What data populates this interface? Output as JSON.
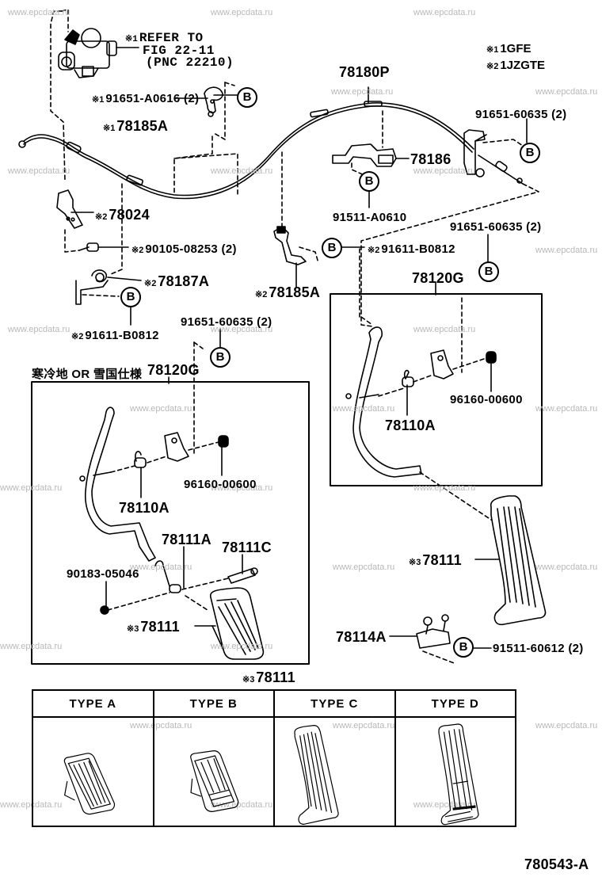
{
  "watermark": "www.epcdata.ru",
  "legend": {
    "notes": [
      {
        "mark": "※1",
        "text": "1GFE"
      },
      {
        "mark": "※2",
        "text": "1JZGTE"
      }
    ]
  },
  "reference_note": {
    "mark": "※1",
    "lines": [
      "REFER TO",
      "FIG 22-11",
      "(PNC 22210)"
    ]
  },
  "ref_circle_label": "B",
  "parts": {
    "p91651_A0616": {
      "mark": "※1",
      "number": "91651-A0616 (2)"
    },
    "p78185A_1": {
      "mark": "※1",
      "number": "78185A"
    },
    "p78180P": {
      "mark": "",
      "number": "78180P"
    },
    "p78186": {
      "mark": "",
      "number": "78186"
    },
    "p91651_60635_a": {
      "mark": "",
      "number": "91651-60635 (2)"
    },
    "p78024": {
      "mark": "※2",
      "number": "78024"
    },
    "p90105_08253": {
      "mark": "※2",
      "number": "90105-08253 (2)"
    },
    "p91511_A0610": {
      "mark": "",
      "number": "91511-A0610"
    },
    "p91651_60635_b": {
      "mark": "",
      "number": "91651-60635 (2)"
    },
    "p91611_B0812_a": {
      "mark": "※2",
      "number": "91611-B0812"
    },
    "p78185A_2": {
      "mark": "※2",
      "number": "78185A"
    },
    "p78187A": {
      "mark": "※2",
      "number": "78187A"
    },
    "p91611_B0812_b": {
      "mark": "※2",
      "number": "91611-B0812"
    },
    "p91651_60635_c": {
      "mark": "",
      "number": "91651-60635 (2)"
    },
    "p78120G_right": {
      "mark": "",
      "number": "78120G"
    },
    "p78120G_left": {
      "mark": "",
      "number": "78120G"
    },
    "cold_region_label": "寒冷地 OR 雪国仕様",
    "p78110A_right": {
      "mark": "",
      "number": "78110A"
    },
    "p96160_00600_right": {
      "mark": "",
      "number": "96160-00600"
    },
    "p78110A_left": {
      "mark": "",
      "number": "78110A"
    },
    "p96160_00600_left": {
      "mark": "",
      "number": "96160-00600"
    },
    "p78111A": {
      "mark": "",
      "number": "78111A"
    },
    "p78111C": {
      "mark": "",
      "number": "78111C"
    },
    "p90183_05046": {
      "mark": "",
      "number": "90183-05046"
    },
    "p78111_left": {
      "mark": "※3",
      "number": "78111"
    },
    "p78111_right": {
      "mark": "※3",
      "number": "78111"
    },
    "p78114A": {
      "mark": "",
      "number": "78114A"
    },
    "p91511_60612": {
      "mark": "",
      "number": "91511-60612 (2)"
    },
    "p78111_types": {
      "mark": "※3",
      "number": "78111"
    }
  },
  "pedal_types": {
    "headers": [
      "TYPE  A",
      "TYPE  B",
      "TYPE  C",
      "TYPE  D"
    ]
  },
  "figure_id": "780543-A"
}
